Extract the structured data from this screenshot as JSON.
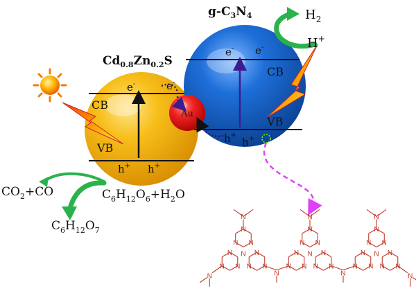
{
  "materials": {
    "cdzns": {
      "base": "Cd",
      "s1": "0.8",
      "mid": "Zn",
      "s2": "0.2",
      "end": "S"
    },
    "gcn": {
      "base": "g-C",
      "s1": "3",
      "mid": "N",
      "s2": "4"
    },
    "au": "Au"
  },
  "bands": {
    "cb": "CB",
    "vb": "VB",
    "electron": "e",
    "hole": "h",
    "minus": "-",
    "plus": "+"
  },
  "reactions": {
    "h2": {
      "base": "H",
      "sub": "2"
    },
    "hplus": {
      "base": "H",
      "sup": "+"
    },
    "co2co": {
      "p1": "CO",
      "s1": "2",
      "p2": "+CO"
    },
    "glucose": {
      "p1": "C",
      "s1": "6",
      "p2": "H",
      "s2": "12",
      "p3": "O",
      "s3": "6",
      "p4": "+H",
      "s4": "2",
      "p5": "O"
    },
    "gluconic": {
      "p1": "C",
      "s1": "6",
      "p2": "H",
      "s2": "12",
      "p3": "O",
      "s3": "7"
    }
  },
  "molecule": {
    "atom": "N"
  },
  "colors": {
    "cdzns_sphere": "#f5b400",
    "gcn_sphere": "#1565c0",
    "au_sphere": "#e01f1f",
    "green_arrow": "#2bb24c",
    "magenta_path": "#e040fb",
    "molecule": "#c0392b"
  }
}
